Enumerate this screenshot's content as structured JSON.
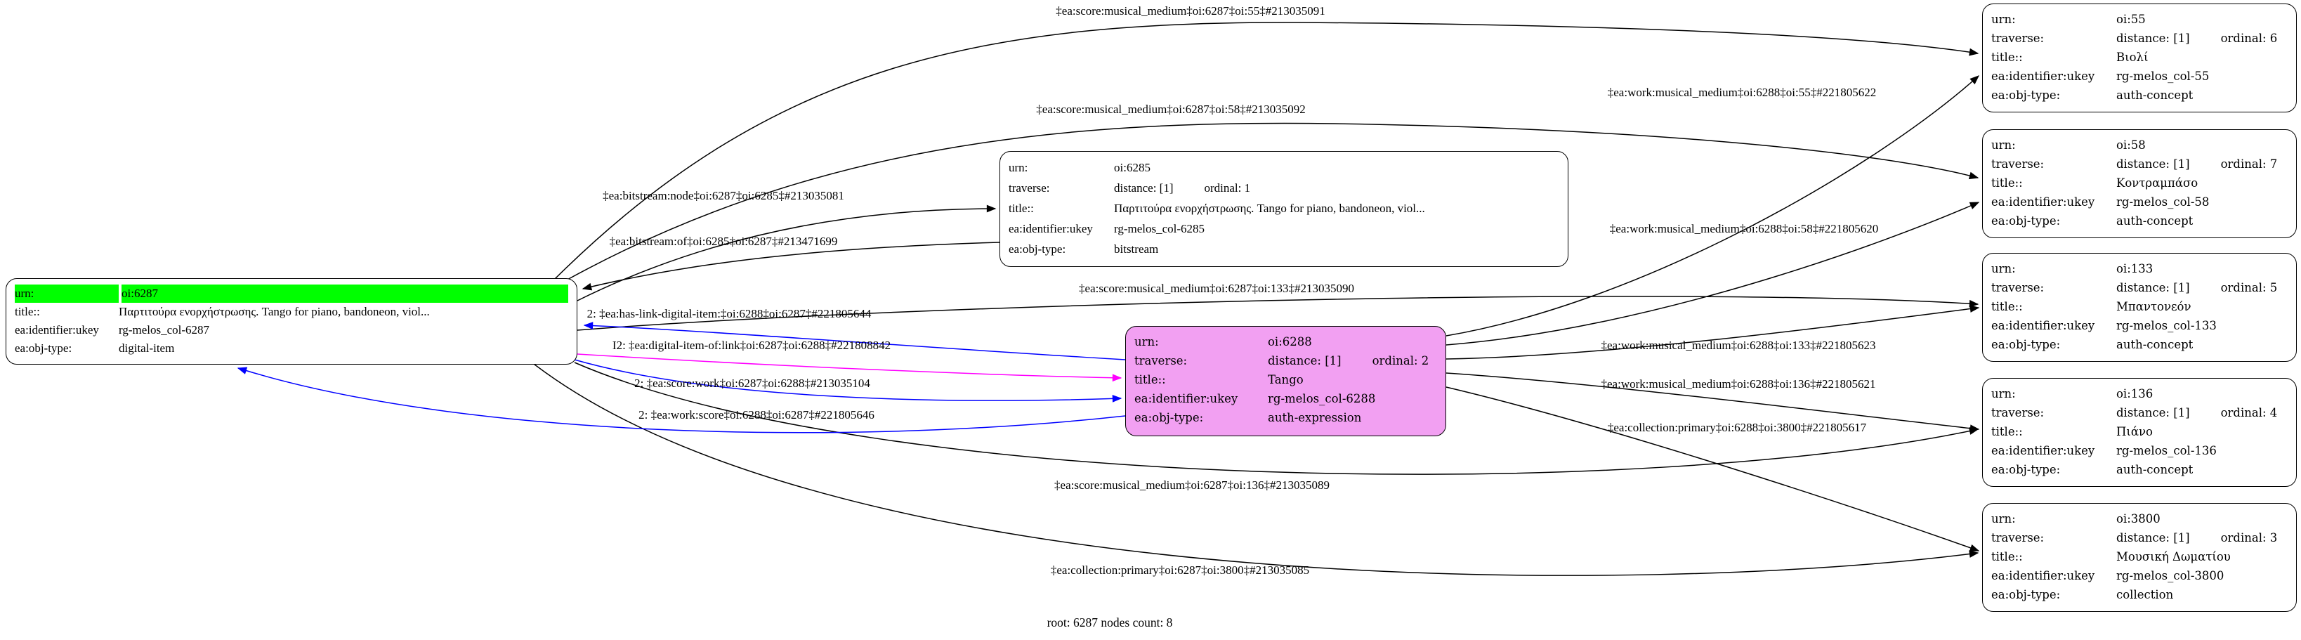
{
  "graph": {
    "root_label": "root: 6287 nodes count: 8",
    "colors": {
      "background": "#ffffff",
      "root_node_highlight": "#00ff00",
      "focus_node_fill": "#f2a0f2",
      "edge_default": "#000000",
      "edge_link": "#0000ff",
      "edge_inferred": "#ff00ff",
      "node_border": "#000000"
    }
  },
  "nodes": {
    "n6287": {
      "rows": [
        {
          "k": "urn:",
          "v": "oi:6287"
        },
        {
          "k": "title::",
          "v": "Παρτιτούρα ενορχήστρωσης. Tango for piano, bandoneon, viol..."
        },
        {
          "k": "ea:identifier:ukey",
          "v": "rg-melos_col-6287"
        },
        {
          "k": "ea:obj-type:",
          "v": "digital-item"
        }
      ]
    },
    "n6285": {
      "rows": [
        {
          "k": "urn:",
          "v": "oi:6285"
        },
        {
          "k": "traverse:",
          "v": "distance: [1]",
          "v2": "ordinal: 1"
        },
        {
          "k": "title::",
          "v": "Παρτιτούρα ενορχήστρωσης. Tango for piano, bandoneon, viol..."
        },
        {
          "k": "ea:identifier:ukey",
          "v": "rg-melos_col-6285"
        },
        {
          "k": "ea:obj-type:",
          "v": "bitstream"
        }
      ]
    },
    "n6288": {
      "rows": [
        {
          "k": "urn:",
          "v": "oi:6288"
        },
        {
          "k": "traverse:",
          "v": "distance: [1]",
          "v2": "ordinal: 2"
        },
        {
          "k": "title::",
          "v": "Tango"
        },
        {
          "k": "ea:identifier:ukey",
          "v": "rg-melos_col-6288"
        },
        {
          "k": "ea:obj-type:",
          "v": "auth-expression"
        }
      ]
    },
    "n55": {
      "rows": [
        {
          "k": "urn:",
          "v": "oi:55"
        },
        {
          "k": "traverse:",
          "v": "distance: [1]",
          "v2": "ordinal: 6"
        },
        {
          "k": "title::",
          "v": "Βιολί"
        },
        {
          "k": "ea:identifier:ukey",
          "v": "rg-melos_col-55"
        },
        {
          "k": "ea:obj-type:",
          "v": "auth-concept"
        }
      ]
    },
    "n58": {
      "rows": [
        {
          "k": "urn:",
          "v": "oi:58"
        },
        {
          "k": "traverse:",
          "v": "distance: [1]",
          "v2": "ordinal: 7"
        },
        {
          "k": "title::",
          "v": "Κοντραμπάσο"
        },
        {
          "k": "ea:identifier:ukey",
          "v": "rg-melos_col-58"
        },
        {
          "k": "ea:obj-type:",
          "v": "auth-concept"
        }
      ]
    },
    "n133": {
      "rows": [
        {
          "k": "urn:",
          "v": "oi:133"
        },
        {
          "k": "traverse:",
          "v": "distance: [1]",
          "v2": "ordinal: 5"
        },
        {
          "k": "title::",
          "v": "Μπαντονεόν"
        },
        {
          "k": "ea:identifier:ukey",
          "v": "rg-melos_col-133"
        },
        {
          "k": "ea:obj-type:",
          "v": "auth-concept"
        }
      ]
    },
    "n136": {
      "rows": [
        {
          "k": "urn:",
          "v": "oi:136"
        },
        {
          "k": "traverse:",
          "v": "distance: [1]",
          "v2": "ordinal: 4"
        },
        {
          "k": "title::",
          "v": "Πιάνο"
        },
        {
          "k": "ea:identifier:ukey",
          "v": "rg-melos_col-136"
        },
        {
          "k": "ea:obj-type:",
          "v": "auth-concept"
        }
      ]
    },
    "n3800": {
      "rows": [
        {
          "k": "urn:",
          "v": "oi:3800"
        },
        {
          "k": "traverse:",
          "v": "distance: [1]",
          "v2": "ordinal: 3"
        },
        {
          "k": "title::",
          "v": "Μουσική Δωματίου"
        },
        {
          "k": "ea:identifier:ukey",
          "v": "rg-melos_col-3800"
        },
        {
          "k": "ea:obj-type:",
          "v": "collection"
        }
      ]
    }
  },
  "edges": {
    "score_55": {
      "label": "‡ea:score:musical_medium‡oi:6287‡oi:55‡#213035091",
      "color": "#000000"
    },
    "score_58": {
      "label": "‡ea:score:musical_medium‡oi:6287‡oi:58‡#213035092",
      "color": "#000000"
    },
    "work_55": {
      "label": "‡ea:work:musical_medium‡oi:6288‡oi:55‡#221805622",
      "color": "#000000"
    },
    "bitstream_node": {
      "label": "‡ea:bitstream:node‡oi:6287‡oi:6285‡#213035081",
      "color": "#000000"
    },
    "work_58": {
      "label": "‡ea:work:musical_medium‡oi:6288‡oi:58‡#221805620",
      "color": "#000000"
    },
    "bitstream_of": {
      "label": "‡ea:bitstream:of‡oi:6285‡oi:6287‡#213471699",
      "color": "#000000"
    },
    "score_133": {
      "label": "‡ea:score:musical_medium‡oi:6287‡oi:133‡#213035090",
      "color": "#000000"
    },
    "has_link": {
      "label": "2: ‡ea:has-link-digital-item:‡oi:6288‡oi:6287‡#221805644",
      "color": "#0000ff"
    },
    "digital_item_of": {
      "label": "I2: ‡ea:digital-item-of:link‡oi:6287‡oi:6288‡#221808842",
      "color": "#ff00ff"
    },
    "score_work": {
      "label": "2: ‡ea:score:work‡oi:6287‡oi:6288‡#213035104",
      "color": "#0000ff"
    },
    "work_score": {
      "label": "2: ‡ea:work:score‡oi:6288‡oi:6287‡#221805646",
      "color": "#0000ff"
    },
    "work_133": {
      "label": "‡ea:work:musical_medium‡oi:6288‡oi:133‡#221805623",
      "color": "#000000"
    },
    "work_136": {
      "label": "‡ea:work:musical_medium‡oi:6288‡oi:136‡#221805621",
      "color": "#000000"
    },
    "coll_6288": {
      "label": "‡ea:collection:primary‡oi:6288‡oi:3800‡#221805617",
      "color": "#000000"
    },
    "score_136": {
      "label": "‡ea:score:musical_medium‡oi:6287‡oi:136‡#213035089",
      "color": "#000000"
    },
    "coll_6287": {
      "label": "‡ea:collection:primary‡oi:6287‡oi:3800‡#213035085",
      "color": "#000000"
    }
  }
}
